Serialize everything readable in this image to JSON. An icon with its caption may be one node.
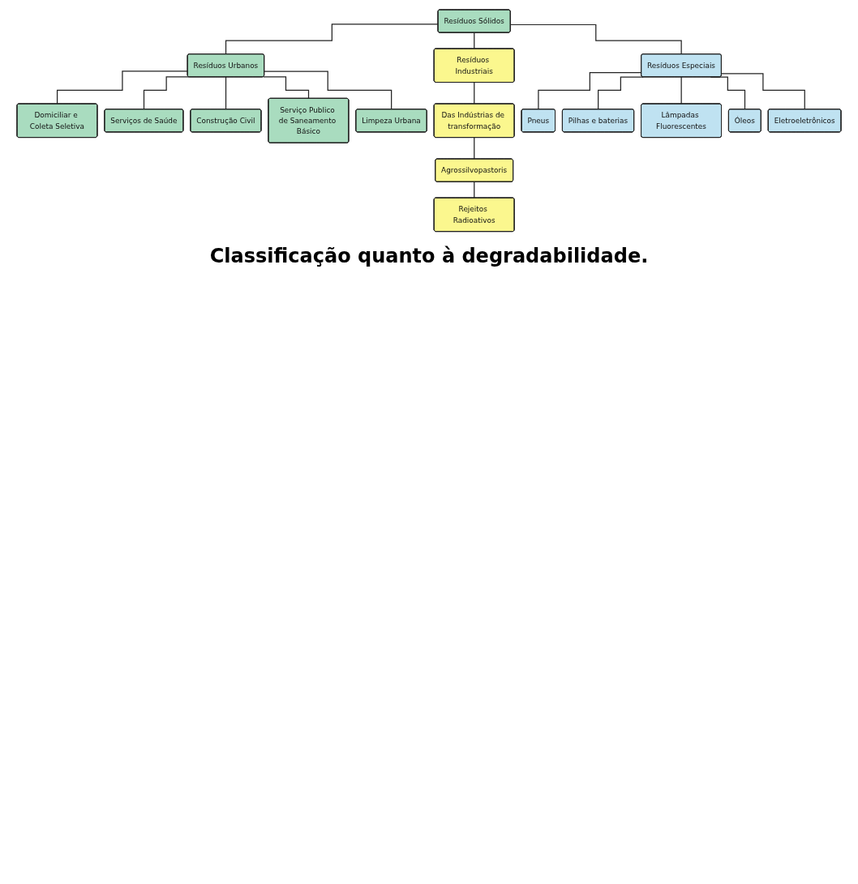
{
  "diagram": {
    "caption": "Classificação quanto à degradabilidade.",
    "nodes": [
      {
        "text": [
          "Resíduos Sólidos"
        ]
      },
      {
        "text": [
          "Resíduos Urbanos"
        ]
      },
      {
        "text": [
          "Resíduos Industriais"
        ]
      },
      {
        "text": [
          "Resíduos Especiais"
        ]
      },
      {
        "text": [
          "Domiciliar e Coleta Seletiva"
        ]
      },
      {
        "text": [
          "Serviços de Saúde"
        ]
      },
      {
        "text": [
          "Construção Civil"
        ]
      },
      {
        "text": [
          "Serviço Publico de Saneamento Básico"
        ]
      },
      {
        "text": [
          "Limpeza Urbana"
        ]
      },
      {
        "text": [
          "Das Indústrias de transformação"
        ]
      },
      {
        "text": [
          "Agrossilvopastoris"
        ]
      },
      {
        "text": [
          "Rejeitos Radioativos"
        ]
      },
      {
        "text": [
          "Pneus"
        ]
      },
      {
        "text": [
          "Pilhas e baterias"
        ]
      },
      {
        "text": [
          "Lâmpadas Fluorescentes"
        ]
      },
      {
        "text": [
          "Óleos"
        ]
      },
      {
        "text": [
          "Eletroeletrônicos"
        ]
      }
    ],
    "edges": [
      {
        "from": 0,
        "to": 1,
        "arrow": "none"
      },
      {
        "from": 0,
        "to": 2,
        "arrow": "none"
      },
      {
        "from": 0,
        "to": 3,
        "arrow": "none"
      },
      {
        "from": 1,
        "to": 4,
        "arrow": "none"
      },
      {
        "from": 1,
        "to": 5,
        "arrow": "none"
      },
      {
        "from": 1,
        "to": 6,
        "arrow": "none"
      },
      {
        "from": 1,
        "to": 7,
        "arrow": "none"
      },
      {
        "from": 1,
        "to": 8,
        "arrow": "none"
      },
      {
        "from": 2,
        "to": 9,
        "arrow": "none"
      },
      {
        "from": 9,
        "to": 10,
        "arrow": "none"
      },
      {
        "from": 10,
        "to": 11,
        "arrow": "none"
      },
      {
        "from": 3,
        "to": 12,
        "arrow": "none"
      },
      {
        "from": 3,
        "to": 13,
        "arrow": "none"
      },
      {
        "from": 3,
        "to": 14,
        "arrow": "none"
      },
      {
        "from": 3,
        "to": 15,
        "arrow": "none"
      },
      {
        "from": 3,
        "to": 16,
        "arrow": "none"
      }
    ]
  }
}
